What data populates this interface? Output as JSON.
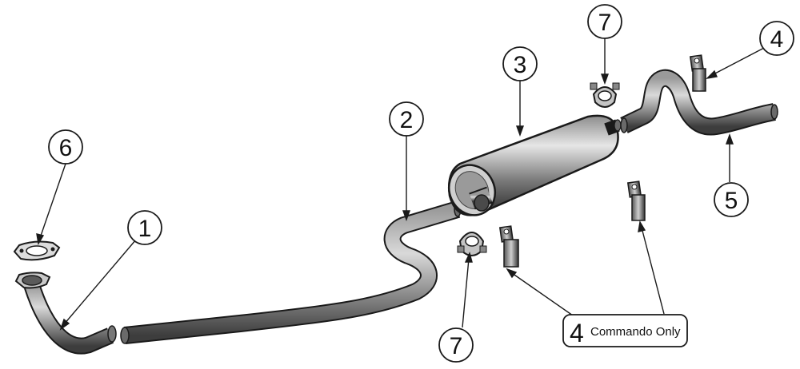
{
  "callouts": {
    "c1": "1",
    "c2": "2",
    "c3": "3",
    "c4_top": "4",
    "c5": "5",
    "c6": "6",
    "c7_top": "7",
    "c7_bottom": "7"
  },
  "note": {
    "number": "4",
    "text": "Commando Only"
  },
  "colors": {
    "pipe_dark": "#3a3a3a",
    "pipe_light": "#bdbdbd",
    "outline": "#1a1a1a"
  }
}
